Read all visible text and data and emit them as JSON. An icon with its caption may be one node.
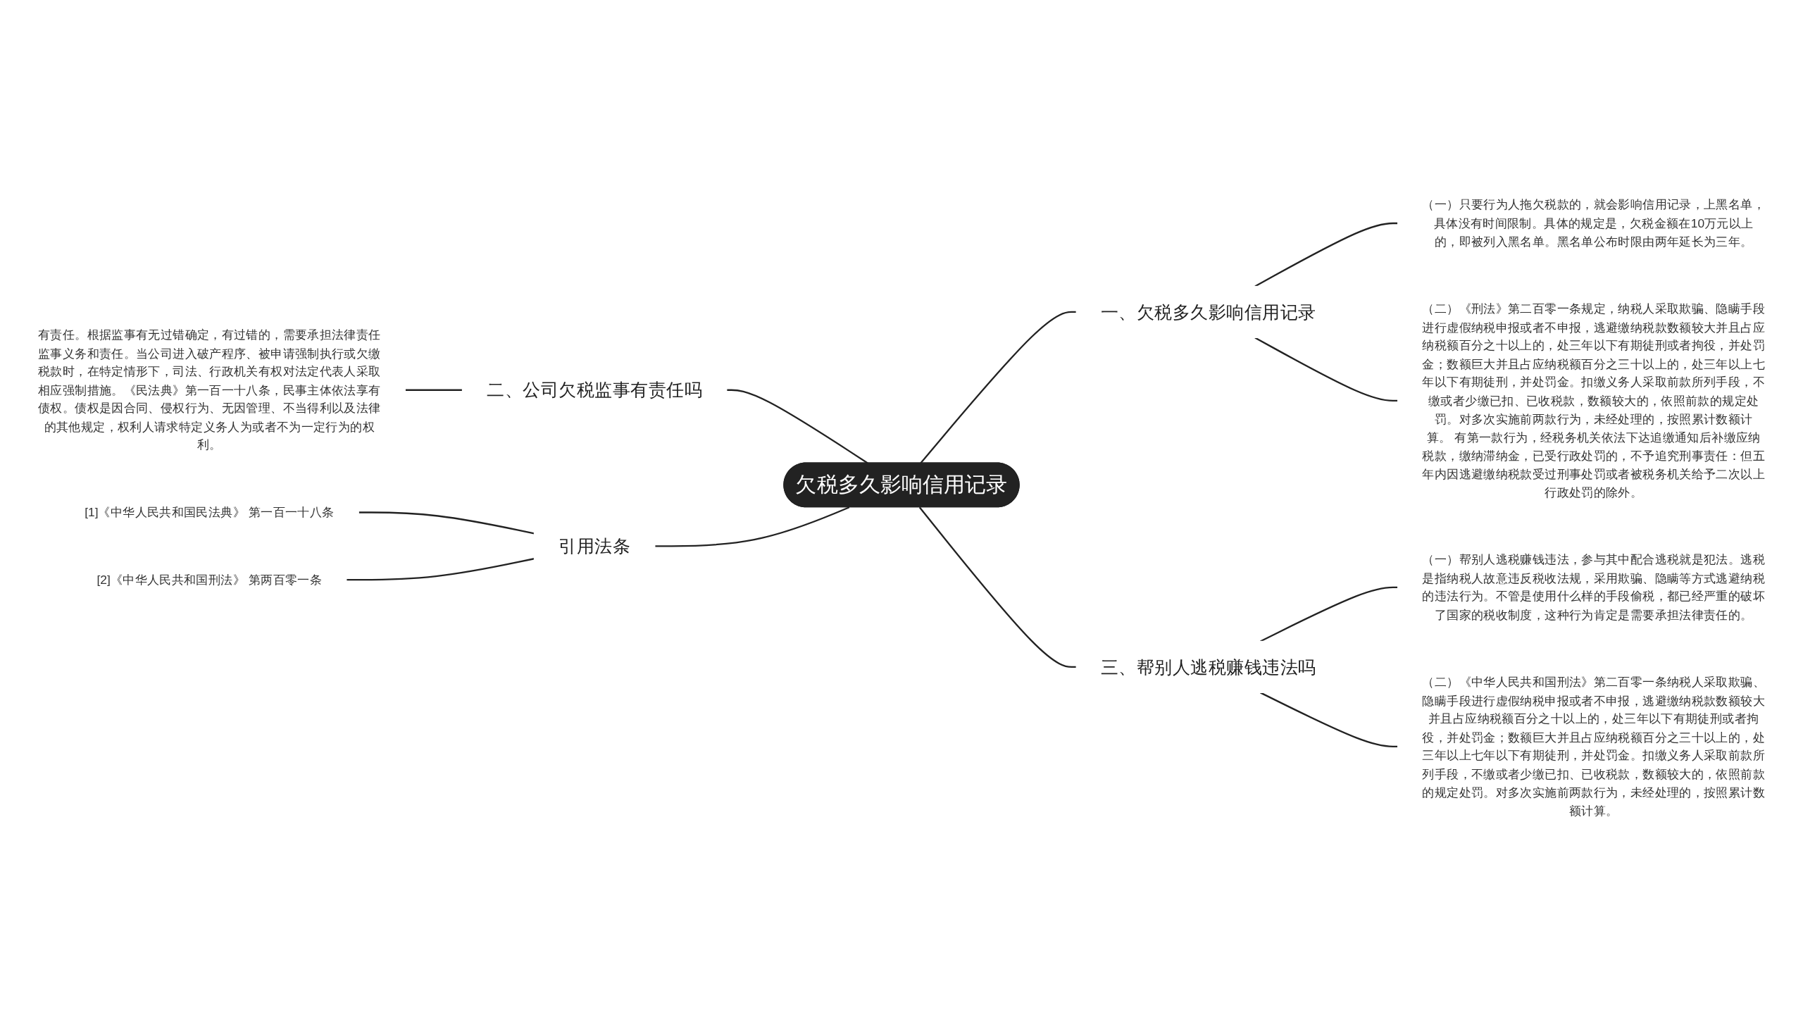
{
  "diagram": {
    "nodes": [
      {
        "text": [
          "欠税多久影响信用记录"
        ]
      },
      {
        "text": [
          "一、欠税多久影响信用记录"
        ]
      },
      {
        "text": [
          "（一）只要行为人拖欠税款的，就会影响信用记录，上黑名单，具体没有时间限制。具体的规定是，欠税金额在10万元以上的，即被列入黑名单。黑名单公布时限由两年延长为三年。"
        ]
      },
      {
        "text": [
          "（二）《刑法》第二百零一条规定，纳税人采取欺骗、隐瞒手段进行虚假纳税申报或者不申报，逃避缴纳税款数额较大并且占应纳税额百分之十以上的，处三年以下有期徒刑或者拘役，并处罚金；数额巨大并且占应纳税额百分之三十以上的，处三年以上七年以下有期徒刑，并处罚金。扣缴义务人采取前款所列手段，不缴或者少缴已扣、已收税款，数额较大的，依照前款的规定处罚。对多次实施前两款行为，未经处理的，按照累计数额计算。 有第一款行为，经税务机关依法下达追缴通知后补缴应纳税款，缴纳滞纳金，已受行政处罚的，不予追究刑事责任：但五年内因逃避缴纳税款受过刑事处罚或者被税务机关给予二次以上行政处罚的除外。"
        ]
      },
      {
        "text": [
          "二、公司欠税监事有责任吗"
        ]
      },
      {
        "text": [
          "有责任。根据监事有无过错确定，有过错的，需要承担法律责任监事义务和责任。当公司进入破产程序、被申请强制执行或欠缴税款时，在特定情形下，司法、行政机关有权对法定代表人采取相应强制措施。《民法典》第一百一十八条，民事主体依法享有债权。债权是因合同、侵权行为、无因管理、不当得利以及法律的其他规定，权利人请求特定义务人为或者不为一定行为的权利。"
        ]
      },
      {
        "text": [
          "引用法条"
        ]
      },
      {
        "text": [
          "[1]《中华人民共和国民法典》 第一百一十八条"
        ]
      },
      {
        "text": [
          "[2]《中华人民共和国刑法》 第两百零一条"
        ]
      },
      {
        "text": [
          "三、帮别人逃税赚钱违法吗"
        ]
      },
      {
        "text": [
          "（一）帮别人逃税赚钱违法，参与其中配合逃税就是犯法。逃税是指纳税人故意违反税收法规，采用欺骗、隐瞒等方式逃避纳税的违法行为。不管是使用什么样的手段偷税，都已经严重的破坏了国家的税收制度，这种行为肯定是需要承担法律责任的。"
        ]
      },
      {
        "text": [
          "（二）《中华人民共和国刑法》第二百零一条纳税人采取欺骗、隐瞒手段进行虚假纳税申报或者不申报，逃避缴纳税款数额较大并且占应纳税额百分之十以上的，处三年以下有期徒刑或者拘役，并处罚金；数额巨大并且占应纳税额百分之三十以上的，处三年以上七年以下有期徒刑，并处罚金。扣缴义务人采取前款所列手段，不缴或者少缴已扣、已收税款，数额较大的，依照前款的规定处罚。对多次实施前两款行为，未经处理的，按照累计数额计算。"
        ]
      }
    ],
    "edges": [
      {
        "from": 0,
        "to": 1,
        "arrow": "none"
      },
      {
        "from": 1,
        "to": 2,
        "arrow": "none"
      },
      {
        "from": 1,
        "to": 3,
        "arrow": "none"
      },
      {
        "from": 0,
        "to": 4,
        "arrow": "none"
      },
      {
        "from": 4,
        "to": 5,
        "arrow": "none"
      },
      {
        "from": 0,
        "to": 6,
        "arrow": "none"
      },
      {
        "from": 6,
        "to": 7,
        "arrow": "none"
      },
      {
        "from": 6,
        "to": 8,
        "arrow": "none"
      },
      {
        "from": 0,
        "to": 9,
        "arrow": "none"
      },
      {
        "from": 9,
        "to": 10,
        "arrow": "none"
      },
      {
        "from": 9,
        "to": 11,
        "arrow": "none"
      }
    ]
  }
}
